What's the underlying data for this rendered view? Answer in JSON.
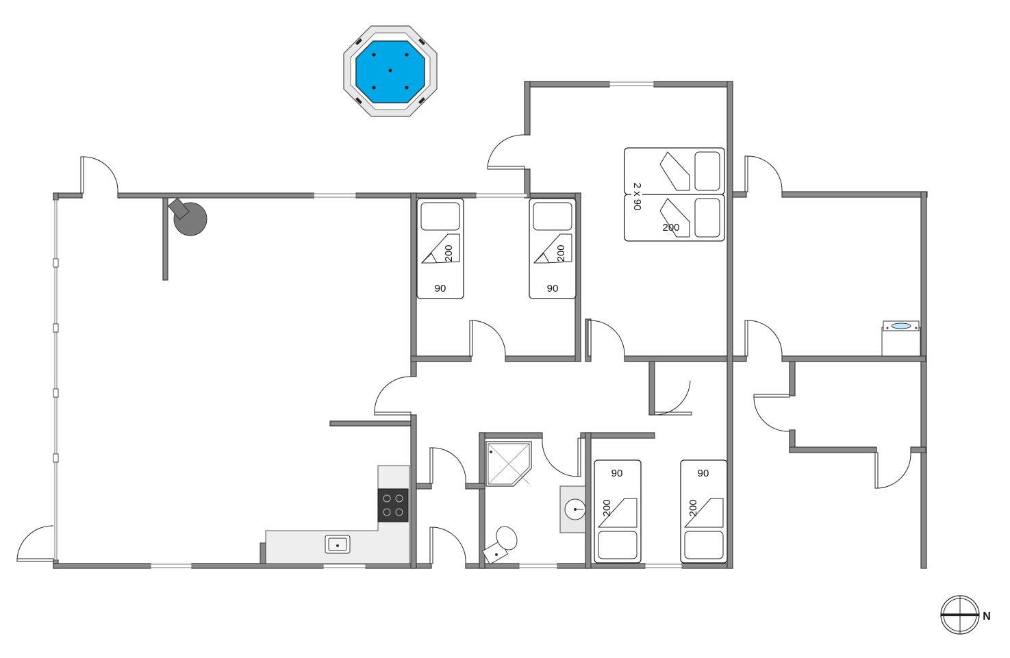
{
  "bed_labels": {
    "bed1_width": "90",
    "bed1_length": "200",
    "bed2_width": "90",
    "bed2_length": "200",
    "double_bed_size": "2 x 90",
    "double_bed_length": "200",
    "bed3_width": "90",
    "bed3_length": "200",
    "bed4_width": "90",
    "bed4_length": "200"
  },
  "compass": {
    "north_label": "N"
  },
  "colors": {
    "wall": "#8a8a8a",
    "hot_tub_water": "#00a8e8",
    "stove": "#3a3a3a",
    "fireplace": "#7a7a7a"
  }
}
